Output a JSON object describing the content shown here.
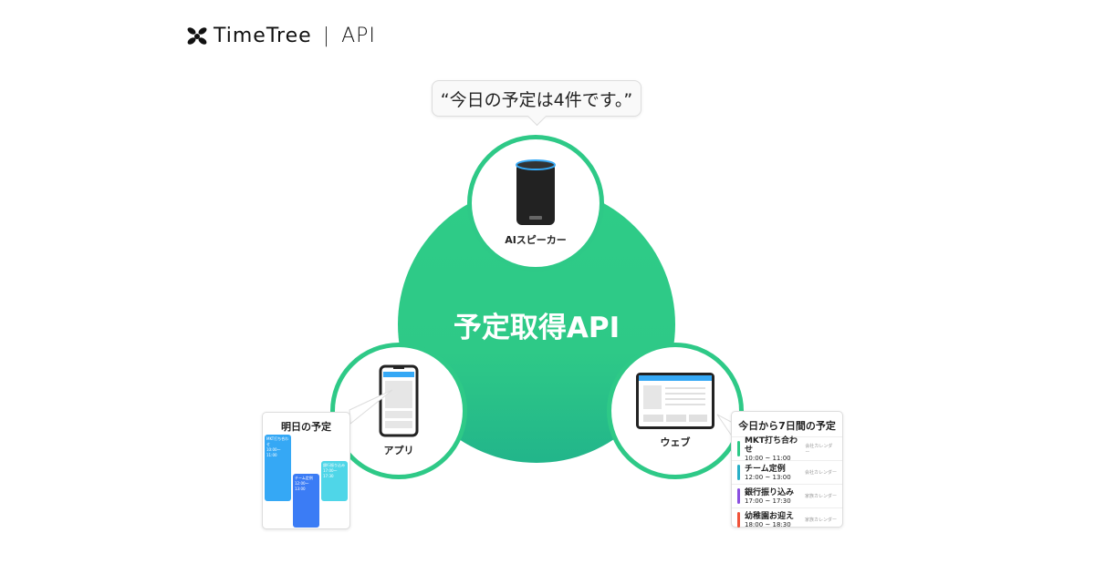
{
  "logo": {
    "brand": "TimeTree",
    "separator": "|",
    "product": "API"
  },
  "speech": "“今日の予定は4件です。”",
  "center": "予定取得API",
  "nodes": {
    "speaker": "AIスピーカー",
    "app": "アプリ",
    "web": "ウェブ"
  },
  "colors": {
    "green": "#2ec987",
    "blue": "#35a8f5"
  },
  "tomorrow": {
    "title": "明日の予定",
    "events": [
      {
        "title": "MKT打ち合わせ",
        "time": "10:00～11:00",
        "color": "#35a8f5"
      },
      {
        "title": "チーム定例",
        "time": "12:00～13:00",
        "color": "#3b7cf5"
      },
      {
        "title": "銀行振り込み",
        "time": "17:00～17:30",
        "color": "#4fd6e8"
      }
    ]
  },
  "week": {
    "title": "今日から7日間の予定",
    "events": [
      {
        "title": "MKT打ち合わせ",
        "time": "10:00 ~ 11:00",
        "calendar": "会社カレンダー",
        "color": "#2ec987"
      },
      {
        "title": "チーム定例",
        "time": "12:00 ~ 13:00",
        "calendar": "会社カレンダー",
        "color": "#2ab0c8"
      },
      {
        "title": "銀行振り込み",
        "time": "17:00 ~ 17:30",
        "calendar": "家族カレンダー",
        "color": "#8a4fe0"
      },
      {
        "title": "幼稚園お迎え",
        "time": "18:00 ~ 18:30",
        "calendar": "家族カレンダー",
        "color": "#f0533a"
      }
    ]
  }
}
